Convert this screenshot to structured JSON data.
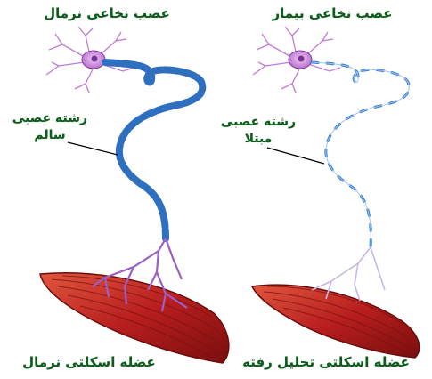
{
  "labels": {
    "left_title": "عصب نخاعی نرمال",
    "right_title": "عصب نخاعی بیمار",
    "healthy_fiber_line1": "رشته عصبی",
    "healthy_fiber_line2": "سالم",
    "affected_fiber_line1": "رشته عصبی",
    "affected_fiber_line2": "مبتلا",
    "left_muscle": "عضله اسکلتی نرمال",
    "right_muscle": "عضله اسکلتی تحلیل رفته"
  },
  "colors": {
    "label_text": "#0f5a1f",
    "neuron_body": "#c47ad8",
    "myelin": "#2f6fc0",
    "axon": "#9b5fc7",
    "muscle": "#b81e1e"
  }
}
